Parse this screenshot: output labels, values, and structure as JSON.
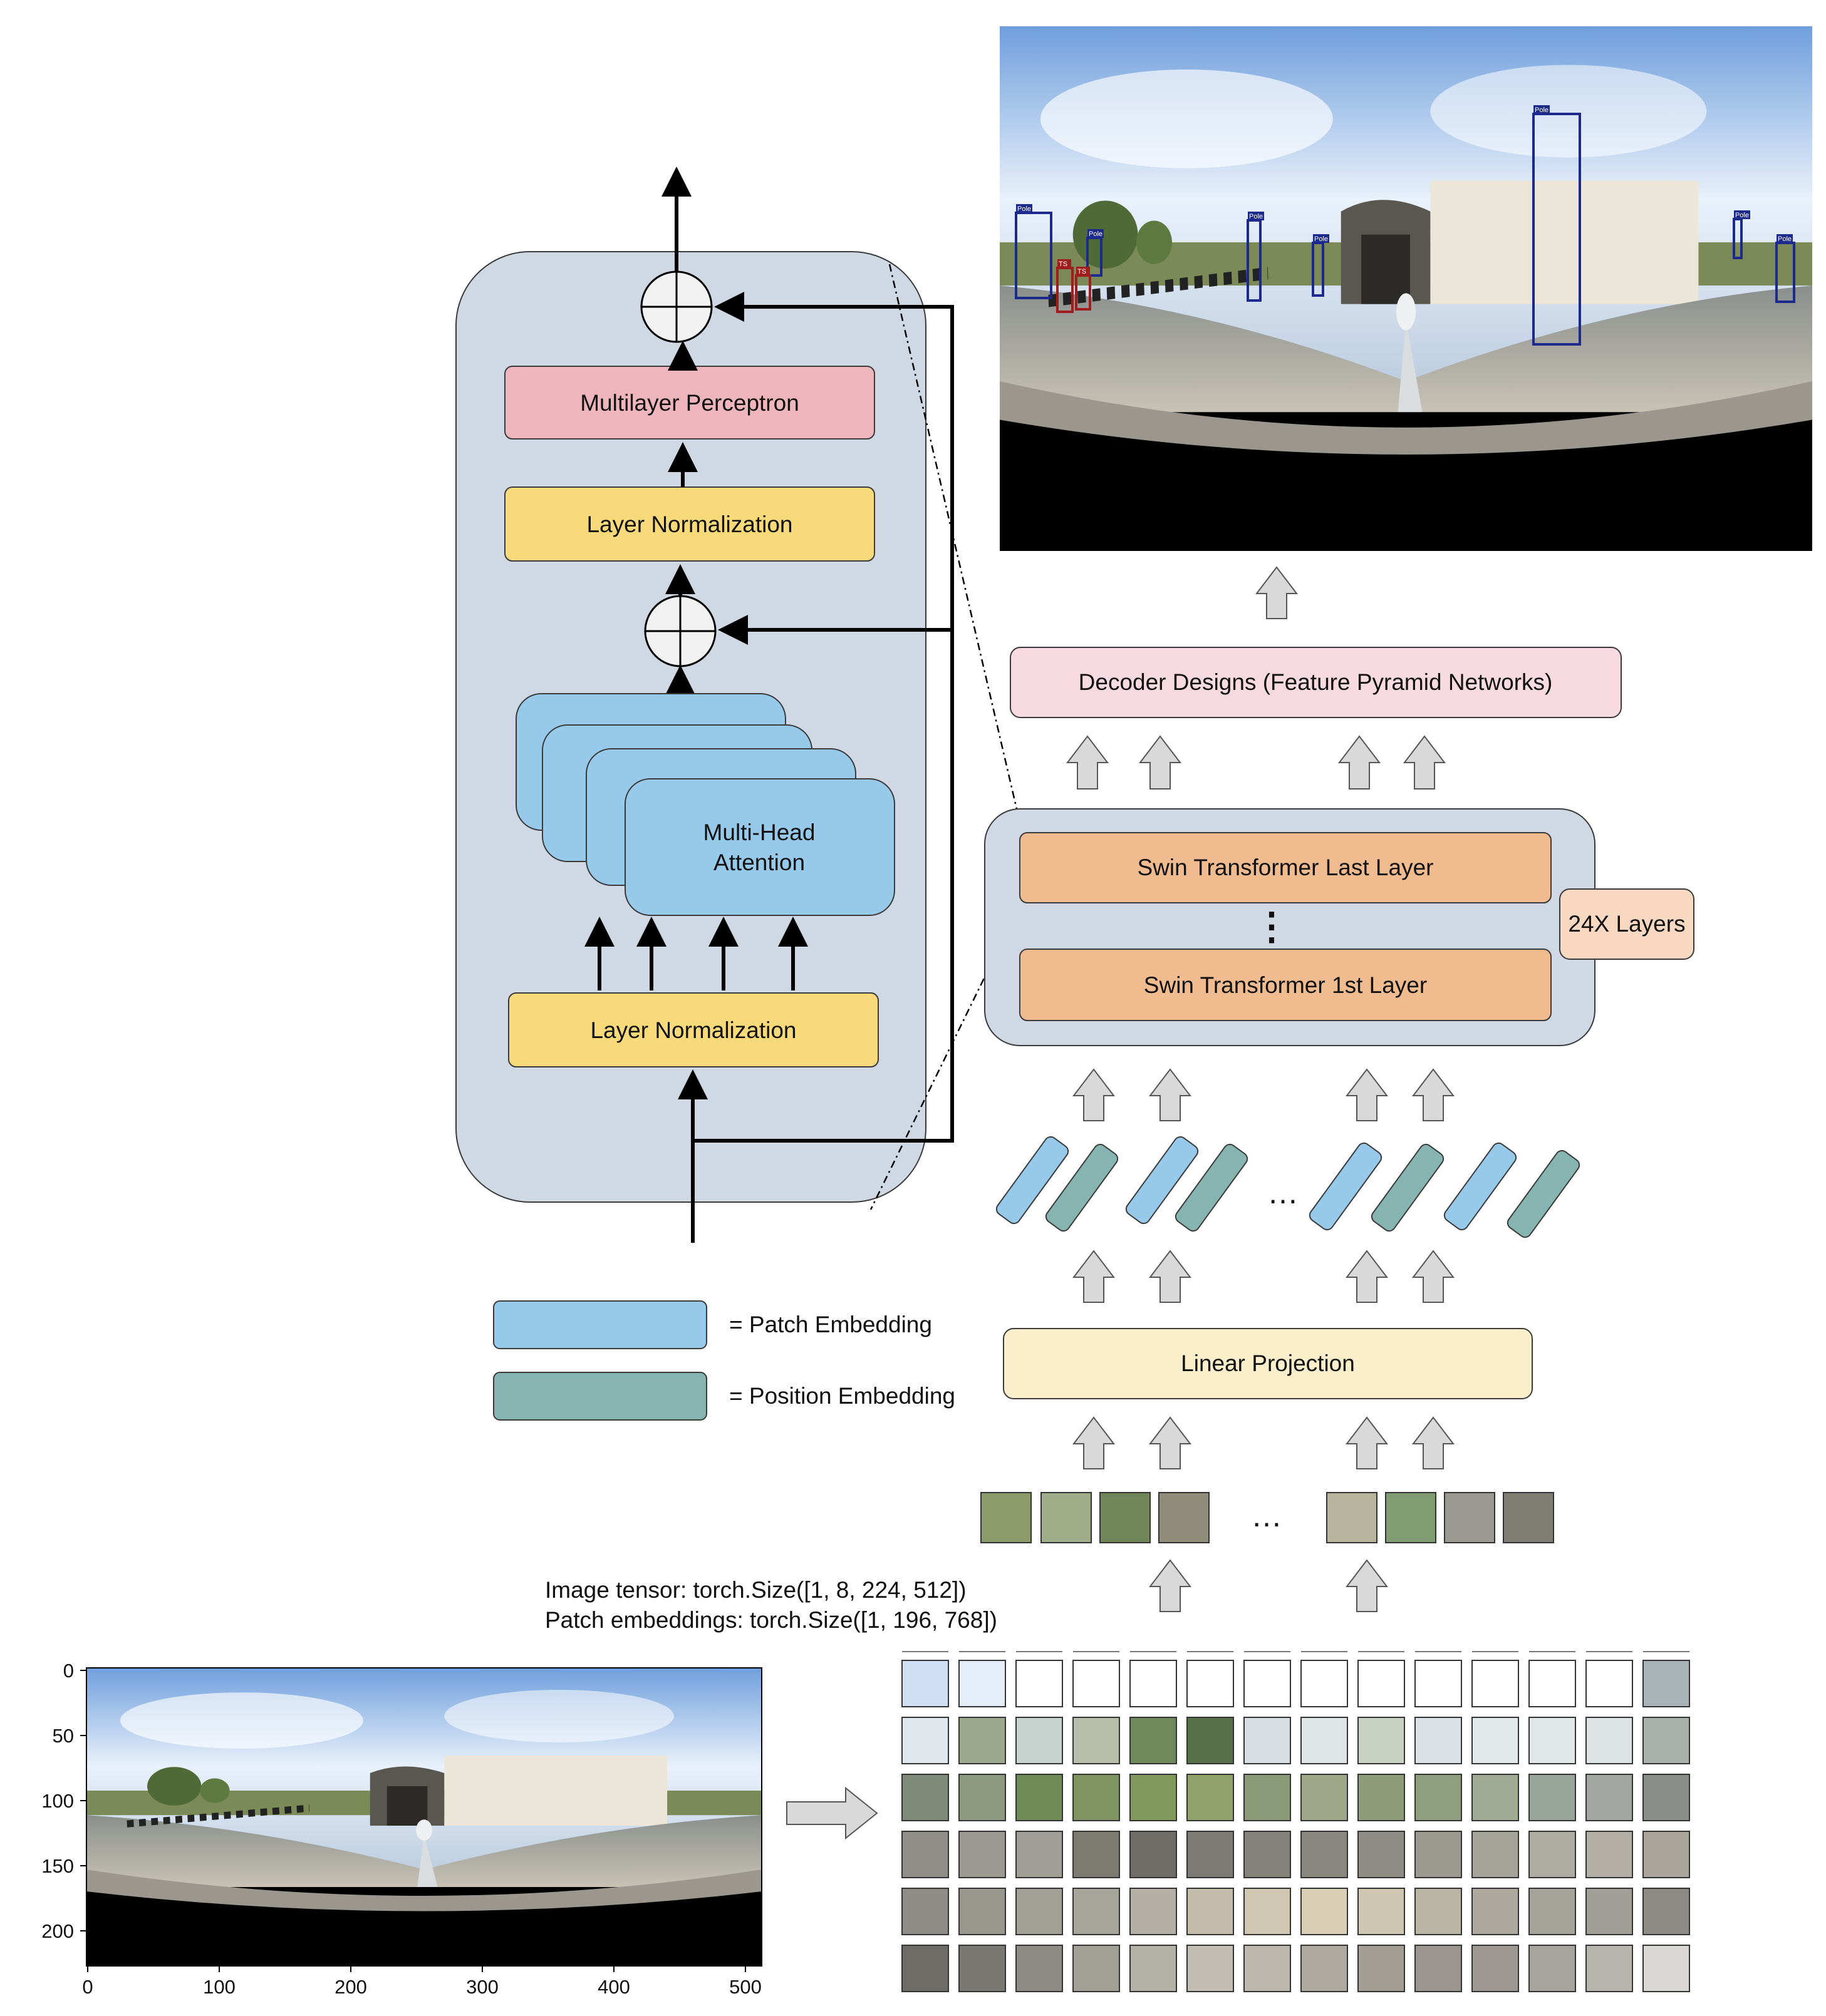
{
  "transformer_block": {
    "mlp_label": "Multilayer Perceptron",
    "layer_norm_top_label": "Layer Normalization",
    "mha_label_line1": "Multi-Head",
    "mha_label_line2": "Attention",
    "layer_norm_bottom_label": "Layer Normalization"
  },
  "pipeline": {
    "decoder_label": "Decoder Designs (Feature Pyramid Networks)",
    "swin_last_label": "Swin Transformer Last Layer",
    "swin_dots": "⋮",
    "swin_first_label": "Swin Transformer 1st Layer",
    "layers_badge": "24X Layers",
    "linear_projection_label": "Linear Projection",
    "ellipsis": "…"
  },
  "legend": {
    "patch_embedding": "= Patch Embedding",
    "position_embedding": "= Position Embedding"
  },
  "tensor_info": {
    "line1": "Image tensor: torch.Size([1, 8, 224, 512])",
    "line2": "Patch embeddings: torch.Size([1, 196, 768])"
  },
  "input_plot": {
    "y_ticks": [
      "0",
      "50",
      "100",
      "150",
      "200"
    ],
    "x_ticks": [
      "0",
      "100",
      "200",
      "300",
      "400",
      "500"
    ]
  },
  "detections": {
    "labels": [
      "Pole",
      "Pole",
      "Pole",
      "Pole",
      "Pole",
      "Pole",
      "Pole",
      "TS",
      "TS"
    ]
  },
  "colors": {
    "block_bg": "#d0d8e4",
    "mlp": "#efb5bc",
    "layer_norm": "#f9da7a",
    "attention": "#97c9ea",
    "decoder": "#f8dbe0",
    "swin_layer": "#efbb8f",
    "layers_badge": "#f8d8c0",
    "linear_projection": "#fbefcb",
    "patch_embedding": "#97c9ea",
    "position_embedding": "#86b4b0",
    "gray_arrow": "#d9d9d9"
  }
}
